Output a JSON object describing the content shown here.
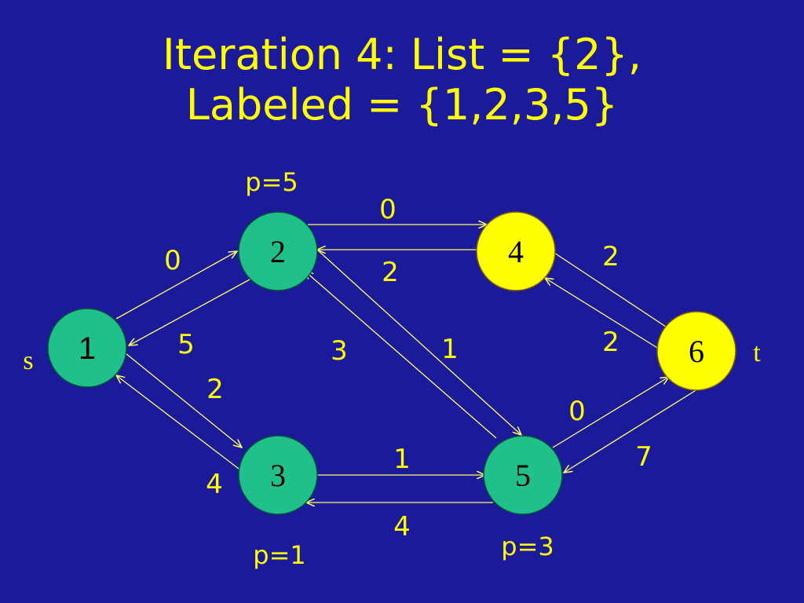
{
  "title": {
    "line1": "Iteration 4: List = {2},",
    "line2": "Labeled = {1,2,3,5}"
  },
  "colors": {
    "background": "#1a1a9a",
    "text": "#ffff00",
    "node_labeled": "#20c08a",
    "node_unlabeled": "#ffff00",
    "edge": "#ffff66"
  },
  "nodes": [
    {
      "id": "1",
      "label": "1",
      "state": "labeled"
    },
    {
      "id": "2",
      "label": "2",
      "state": "labeled"
    },
    {
      "id": "3",
      "label": "3",
      "state": "labeled"
    },
    {
      "id": "4",
      "label": "4",
      "state": "unlabeled"
    },
    {
      "id": "5",
      "label": "5",
      "state": "labeled"
    },
    {
      "id": "6",
      "label": "6",
      "state": "unlabeled"
    }
  ],
  "side_labels": {
    "source": "s",
    "sink": "t"
  },
  "predecessors": {
    "node2": "p=5",
    "node3": "p=1",
    "node5": "p=3"
  },
  "edge_labels": {
    "e2to4": "0",
    "e4to2": "2",
    "e1to2": "0",
    "e2to1": "5",
    "e1to3": "2",
    "e3to1": "4",
    "e5to2": "3",
    "e2to5": "1",
    "e4to6": "2",
    "e6to4": "2",
    "e5to6": "0",
    "e6to5": "7",
    "e3to5": "1",
    "e5to3": "4"
  }
}
